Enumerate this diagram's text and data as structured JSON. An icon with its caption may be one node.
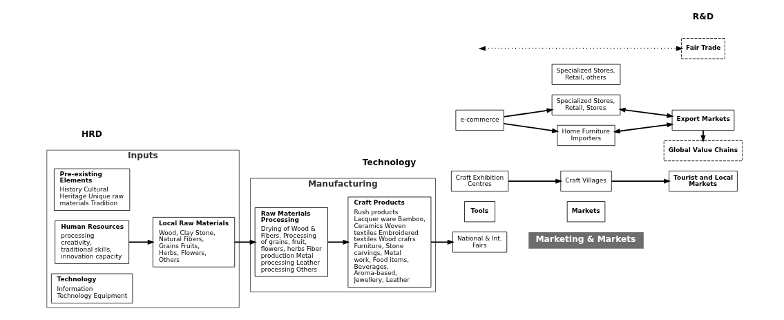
{
  "diagram": {
    "nodes": [
      {
        "text": [
          "Inputs"
        ]
      },
      {
        "text": [
          "Pre-existing Elements",
          "History Cultural Heritage Unique raw materials Tradition"
        ],
        "in": 0
      },
      {
        "text": [
          "Human Resources",
          "processing creativity, traditional skills, innovation capacity"
        ],
        "in": 0
      },
      {
        "text": [
          "Technology",
          "Information Technology Equipment"
        ],
        "in": 0
      },
      {
        "text": [
          "Local Raw Materials",
          "Wood, Clay Stone, Natural Fibers, Grains Fruits, Herbs, Flowers, Others"
        ],
        "in": 0
      },
      {
        "text": [
          "Manufacturing"
        ]
      },
      {
        "text": [
          "Raw Materials Processing",
          "Drying of Wood & Fibers. Processing of grains, fruit, flowers, herbs Fiber production Metal processing Leather processing Others"
        ],
        "in": 5
      },
      {
        "text": [
          "Craft Products",
          "Rush products Lacquer ware Bamboo, Ceramics Woven textiles Embroidered textiles Wood crafrs Furniture, Stone carvings, Metal work, Food items, Beverages, Aroma-based, Jewellery, Leather"
        ],
        "in": 5
      },
      {
        "text": [
          "Marketing & Markets"
        ]
      },
      {
        "text": [
          "Tools"
        ]
      },
      {
        "text": [
          "Markets"
        ]
      },
      {
        "text": [
          "Craft Exhibition Centres"
        ]
      },
      {
        "text": [
          "National & Int. Fairs"
        ]
      },
      {
        "text": [
          "e-commerce"
        ]
      },
      {
        "text": [
          "Craft Villages"
        ]
      },
      {
        "text": [
          "Specialized Stores, Retail, others"
        ]
      },
      {
        "text": [
          "Tourist and Local Markets"
        ]
      },
      {
        "text": [
          "Specialized Stores, Retail, Stores"
        ]
      },
      {
        "text": [
          "Home Furniture Importers"
        ]
      },
      {
        "text": [
          "Export Markets"
        ]
      },
      {
        "text": [
          "Global Value Chains"
        ]
      },
      {
        "text": [
          "Fair Trade"
        ]
      }
    ],
    "edges": [
      {
        "from": 2,
        "to": 4,
        "arrow": "to"
      },
      {
        "from": 4,
        "to": 6,
        "arrow": "to"
      },
      {
        "from": 6,
        "to": 7,
        "arrow": "to"
      },
      {
        "from": 7,
        "to": 12,
        "arrow": "to"
      },
      {
        "from": 11,
        "to": 14,
        "arrow": "to"
      },
      {
        "from": 14,
        "to": 16,
        "arrow": "to"
      },
      {
        "from": 13,
        "to": 17,
        "arrow": "to"
      },
      {
        "from": 13,
        "to": 18,
        "arrow": "to"
      },
      {
        "from": 17,
        "to": 19,
        "arrow": "both"
      },
      {
        "from": 18,
        "to": 19,
        "arrow": "both"
      },
      {
        "from": 19,
        "to": 20,
        "arrow": "to"
      },
      {
        "from": null,
        "to": 21,
        "arrow": "both",
        "style": "dashed"
      }
    ],
    "labels": [
      "HRD",
      "Technology",
      "R&D"
    ]
  }
}
